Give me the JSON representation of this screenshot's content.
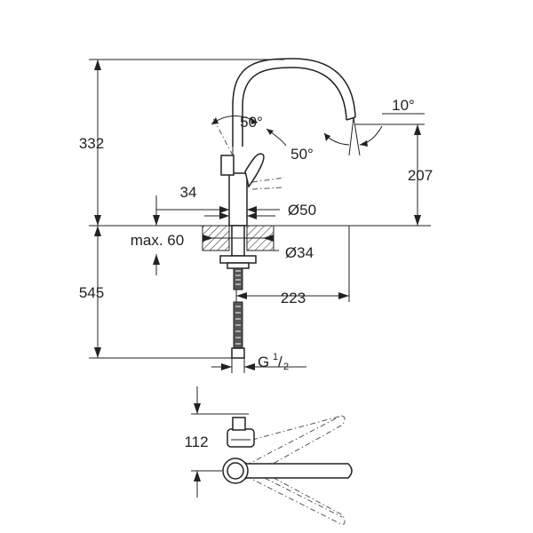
{
  "dimensions": {
    "total_height": "332",
    "below_deck_length": "545",
    "spout_outlet_height": "207",
    "spout_angle": "10°",
    "handle_angle_front": "50°",
    "handle_angle_side": "50°",
    "base_offset": "34",
    "base_diameter": "Ø50",
    "deck_thickness": "max. 60",
    "hole_diameter": "Ø34",
    "spout_reach": "223",
    "connection_thread": "G",
    "thread_size_num": "1",
    "thread_size_den": "2",
    "plan_depth": "112"
  }
}
